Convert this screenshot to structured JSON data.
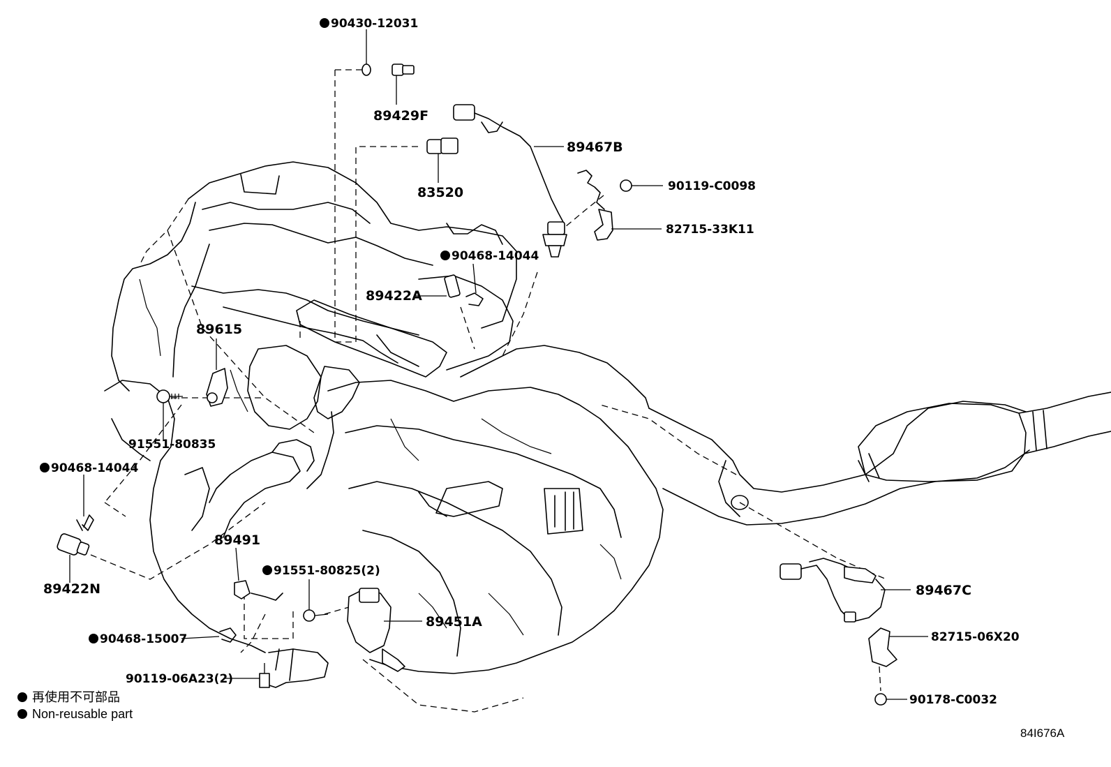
{
  "parts": {
    "p90430_12031": "90430-12031",
    "p89429F": "89429F",
    "p83520": "83520",
    "p89467B": "89467B",
    "p90119_C0098": "90119-C0098",
    "p82715_33K11": "82715-33K11",
    "p90468_14044_top": "90468-14044",
    "p89422A": "89422A",
    "p89615": "89615",
    "p91551_80835": "91551-80835",
    "p90468_14044_left": "90468-14044",
    "p89422N": "89422N",
    "p89491": "89491",
    "p91551_80825": "91551-80825(2)",
    "p89451A": "89451A",
    "p90468_15007": "90468-15007",
    "p90119_06A23": "90119-06A23(2)",
    "p89467C": "89467C",
    "p82715_06X20": "82715-06X20",
    "p90178_C0032": "90178-C0032"
  },
  "legend": {
    "line_ja": "再使用不可部品",
    "line_en": "Non-reusable part"
  },
  "figure_id": "84I676A"
}
